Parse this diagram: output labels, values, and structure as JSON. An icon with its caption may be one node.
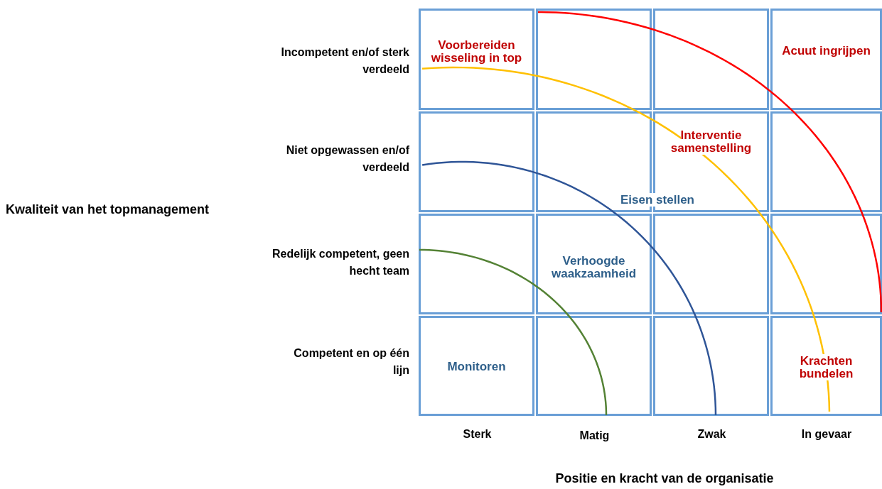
{
  "diagram": {
    "nodes": [
      {
        "text": [
          "Voorbereiden wisseling in top"
        ]
      },
      {
        "text": [],
        "shape": "box"
      },
      {
        "text": [],
        "shape": "box"
      },
      {
        "text": [
          "Acuut ingrijpen"
        ]
      },
      {
        "text": [],
        "shape": "box"
      },
      {
        "text": [],
        "shape": "box"
      },
      {
        "text": [
          "Interventie samenstelling"
        ]
      },
      {
        "text": [],
        "shape": "box"
      },
      {
        "text": [],
        "shape": "box"
      },
      {
        "text": [
          "Verhoogde waakzaamheid"
        ]
      },
      {
        "text": [],
        "shape": "box"
      },
      {
        "text": [],
        "shape": "box"
      },
      {
        "text": [
          "Monitoren"
        ]
      },
      {
        "text": [],
        "shape": "box"
      },
      {
        "text": [],
        "shape": "box"
      },
      {
        "text": [
          "Krachten bundelen"
        ]
      }
    ],
    "labels": [
      "Incompetent en/of sterk verdeeld",
      "Niet opgewassen en/of verdeeld",
      "Kwaliteit van het topmanagement",
      "Eisen stellen",
      "Redelijk competent, geen hecht team",
      "Competent en op één lijn",
      "Sterk",
      "Matig",
      "Zwak",
      "In gevaar",
      "Positie en kracht van de organisatie"
    ]
  }
}
